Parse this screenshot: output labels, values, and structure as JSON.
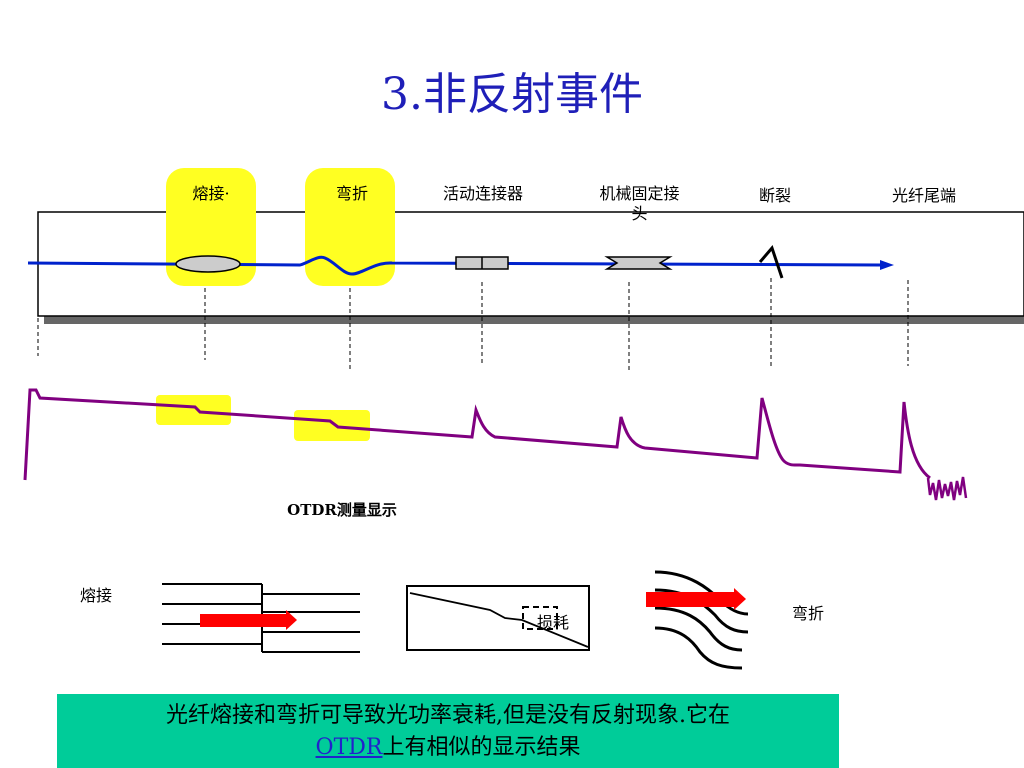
{
  "title": "3.非反射事件",
  "events": {
    "fusion": "熔接·",
    "bend": "弯折",
    "connector": "活动连接器",
    "mechanical": "机械固定接头",
    "break": "断裂",
    "fiber_end": "光纤尾端"
  },
  "otdr_caption": "OTDR测量显示",
  "detail": {
    "fusion_label": "熔接",
    "loss_label": "损耗",
    "bend_label": "弯折"
  },
  "note": {
    "line1": "光纤熔接和弯折可导致光功率衰耗,但是没有反射现象.它在",
    "link": "OTDR",
    "line2_rest": "上有相似的显示结果"
  },
  "colors": {
    "title": "#1f1fb8",
    "fiber": "#0022cc",
    "trace": "#800080",
    "highlight": "#ffff22",
    "arrow": "#ff0000",
    "note_bg": "#00cc99"
  }
}
